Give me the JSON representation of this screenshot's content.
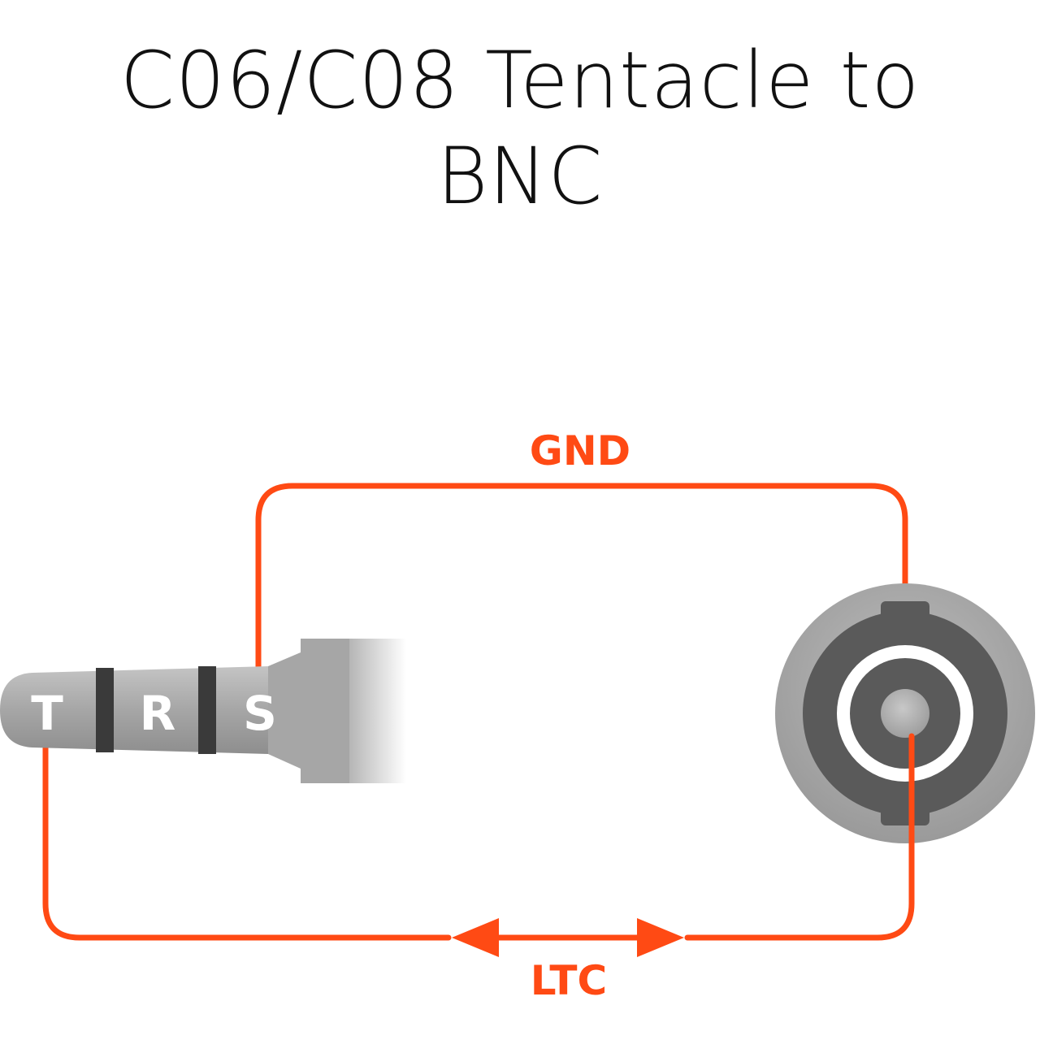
{
  "title": {
    "line1": "C06/C08 Tentacle to",
    "line2": "BNC"
  },
  "connectors": {
    "trs": {
      "tip": "T",
      "ring": "R",
      "sleeve": "S"
    }
  },
  "wires": {
    "gnd_label": "GND",
    "ltc_label": "LTC"
  },
  "colors": {
    "wire": "#ff4a14",
    "plug_body": "#a9a9a9",
    "plug_band": "#3a3a3a",
    "bnc_outer": "#a8a8a8",
    "bnc_inner": "#5a5a5a",
    "text": "#111111"
  }
}
